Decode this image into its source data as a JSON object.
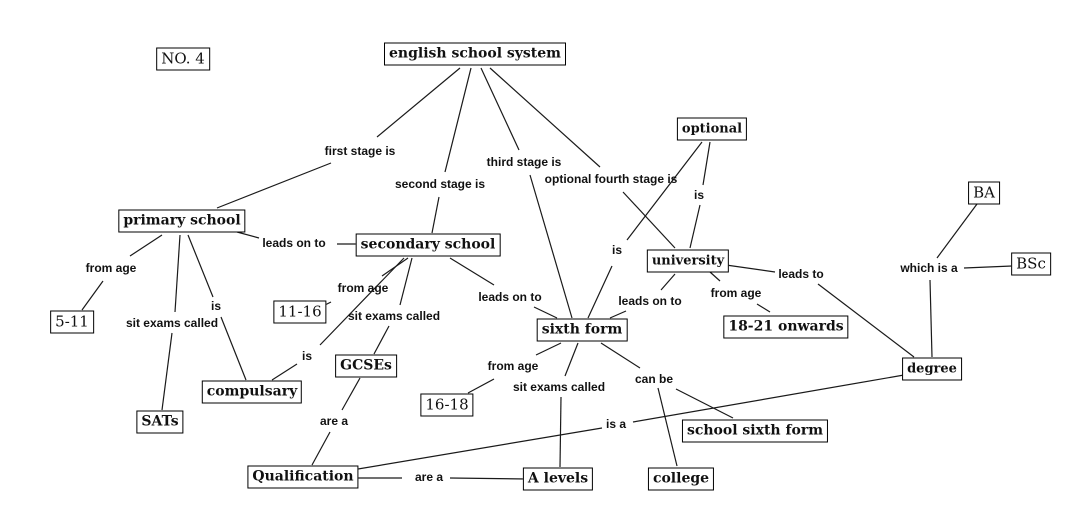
{
  "title_badge": "NO. 4",
  "nodes": {
    "english_school_system": "english school system",
    "primary_school": "primary school",
    "secondary_school": "secondary school",
    "sixth_form": "sixth form",
    "university": "university",
    "optional": "optional",
    "degree": "degree",
    "ba": "BA",
    "bsc": "BSc",
    "age_5_11": "5-11",
    "age_11_16": "11-16",
    "age_16_18": "16-18",
    "age_18_21": "18-21 onwards",
    "sats": "SATs",
    "compulsary": "compulsary",
    "gcses": "GCSEs",
    "qualification": "Qualification",
    "a_levels": "A levels",
    "college": "college",
    "school_sixth_form": "school sixth form"
  },
  "links": {
    "first_stage_is": "first stage is",
    "second_stage_is": "second stage is",
    "third_stage_is": "third stage is",
    "optional_fourth_stage_is": "optional fourth stage is",
    "primary_leads_on_to": "leads on to",
    "primary_from_age": "from age",
    "primary_sit_exams": "sit exams called",
    "primary_is": "is",
    "secondary_from_age": "from age",
    "secondary_sit_exams": "sit exams called",
    "secondary_is": "is",
    "secondary_leads_on_to": "leads on to",
    "gcses_are_a": "are a",
    "alevels_are_a": "are a",
    "sixth_from_age": "from age",
    "sixth_sit_exams": "sit exams called",
    "sixth_can_be": "can be",
    "sixth_is": "is",
    "sixth_leads_on_to": "leads on to",
    "optional_is": "is",
    "university_from_age": "from age",
    "university_leads_to": "leads to",
    "degree_is_a": "is a",
    "which_is_a": "which is a"
  }
}
